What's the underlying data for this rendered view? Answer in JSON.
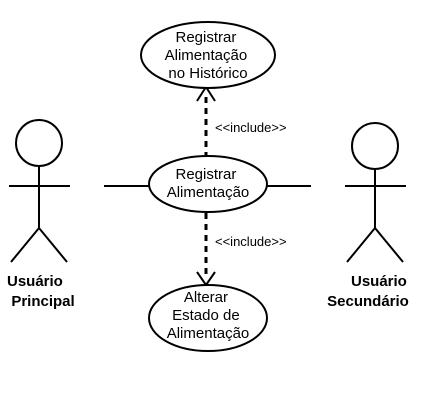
{
  "diagram": {
    "type": "use-case",
    "actors": [
      {
        "id": "principal",
        "name_lines": [
          "Usuário",
          "Principal"
        ]
      },
      {
        "id": "secundario",
        "name_lines": [
          "Usuário",
          "Secundário"
        ]
      }
    ],
    "use_cases": [
      {
        "id": "historico",
        "lines": [
          "Registrar",
          "Alimentação",
          "no Histórico"
        ]
      },
      {
        "id": "registrar",
        "lines": [
          "Registrar",
          "Alimentação"
        ]
      },
      {
        "id": "estado",
        "lines": [
          "Alterar",
          "Estado de",
          "Alimentação"
        ]
      }
    ],
    "relationships": [
      {
        "from": "registrar",
        "to": "historico",
        "label": "<<include>>",
        "style": "dashed-arrow"
      },
      {
        "from": "registrar",
        "to": "estado",
        "label": "<<include>>",
        "style": "dashed-arrow"
      },
      {
        "from": "principal",
        "to": "registrar",
        "style": "association"
      },
      {
        "from": "secundario",
        "to": "registrar",
        "style": "association"
      }
    ],
    "colors": {
      "stroke": "#000000",
      "fill": "#ffffff",
      "background": "#ffffff"
    }
  }
}
